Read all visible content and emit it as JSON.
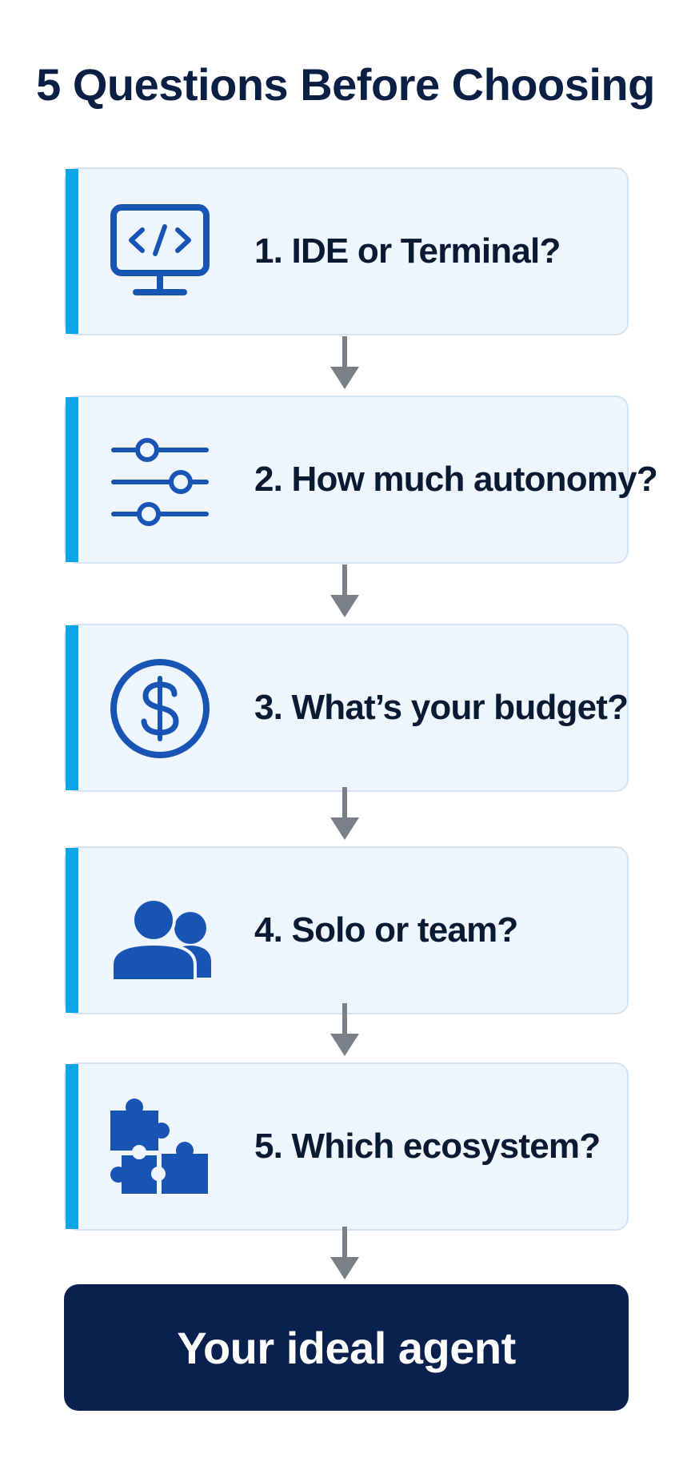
{
  "title": "5 Questions Before Choosing",
  "colors": {
    "title": "#0b1f44",
    "card_background": "#eef5fd",
    "card_border": "#d3e3f4",
    "accent_bar": "#0ea5e9",
    "icon": "#1854b4",
    "arrow": "#7b7f86",
    "result_background": "#0a2150",
    "result_text": "#ffffff"
  },
  "steps": [
    {
      "label": "1. IDE or Terminal?",
      "icon": "code-monitor-icon"
    },
    {
      "label": "2. How much autonomy?",
      "icon": "sliders-icon"
    },
    {
      "label": "3. What’s your budget?",
      "icon": "dollar-coin-icon"
    },
    {
      "label": "4. Solo or team?",
      "icon": "people-icon"
    },
    {
      "label": "5. Which ecosystem?",
      "icon": "puzzle-icon"
    }
  ],
  "result": {
    "label": "Your ideal agent"
  }
}
